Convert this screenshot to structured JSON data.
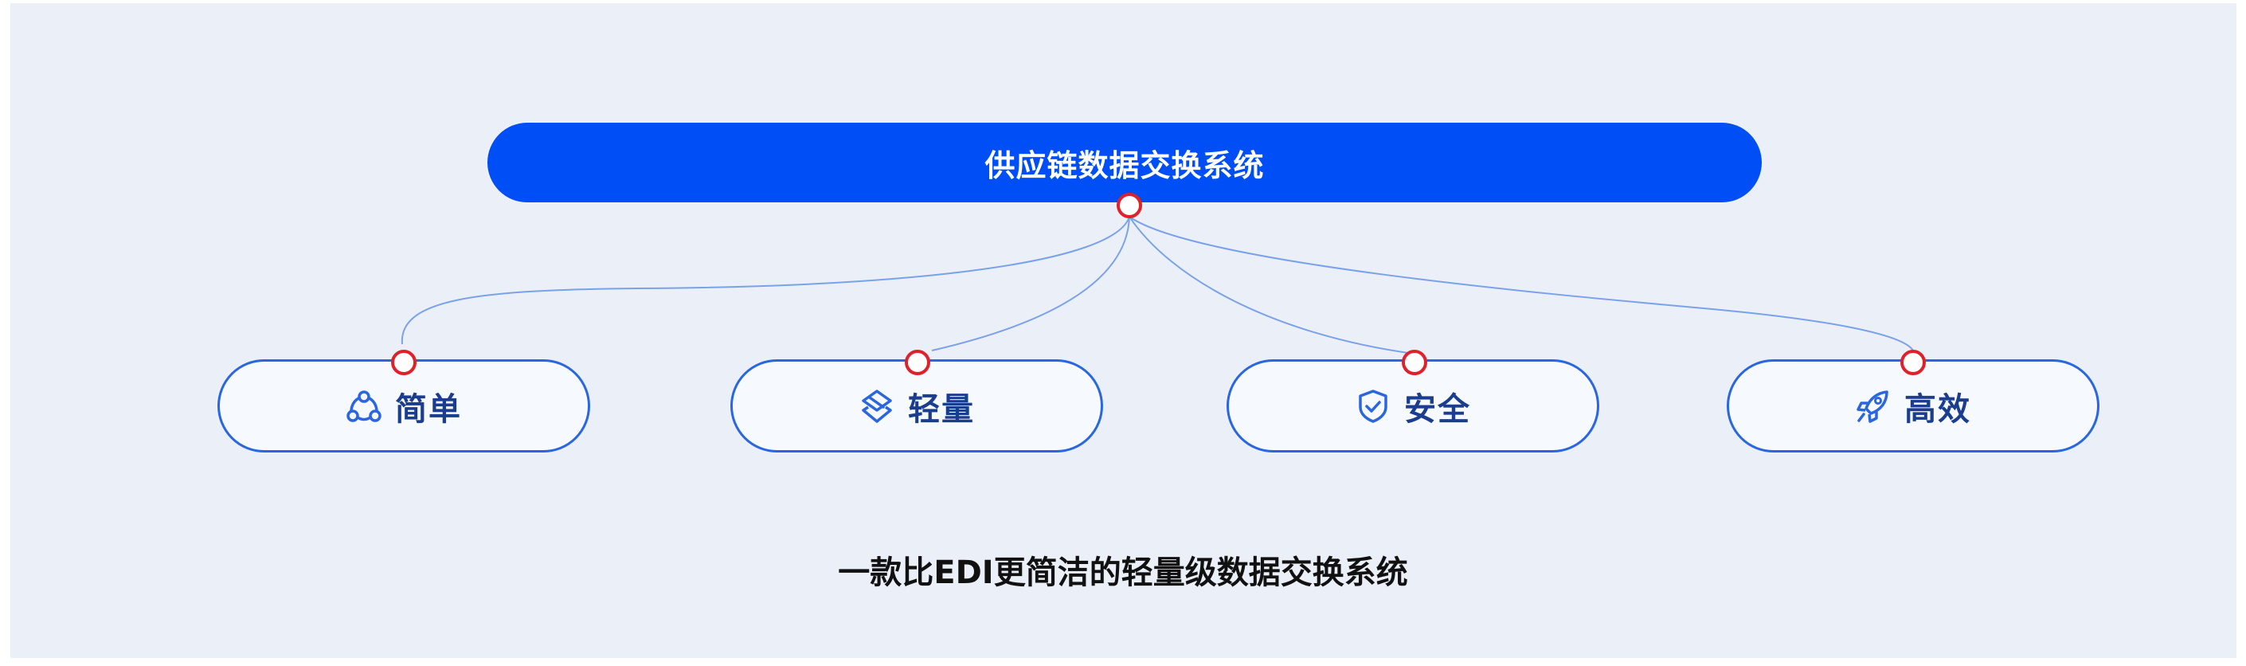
{
  "diagram": {
    "root": {
      "label": "供应链数据交换系统"
    },
    "children": [
      {
        "label": "简单",
        "icon": "share-nodes-icon"
      },
      {
        "label": "轻量",
        "icon": "layers-icon"
      },
      {
        "label": "安全",
        "icon": "shield-check-icon"
      },
      {
        "label": "高效",
        "icon": "rocket-icon"
      }
    ],
    "caption": "一款比EDI更简洁的轻量级数据交换系统"
  },
  "colors": {
    "background": "#ebeff7",
    "root_fill": "#004ef5",
    "child_border": "#2a66e0",
    "child_fill": "#f6f9fd",
    "child_text": "#1a3d8f",
    "port_border": "#e0212b",
    "connector": "#7aa2ea"
  }
}
